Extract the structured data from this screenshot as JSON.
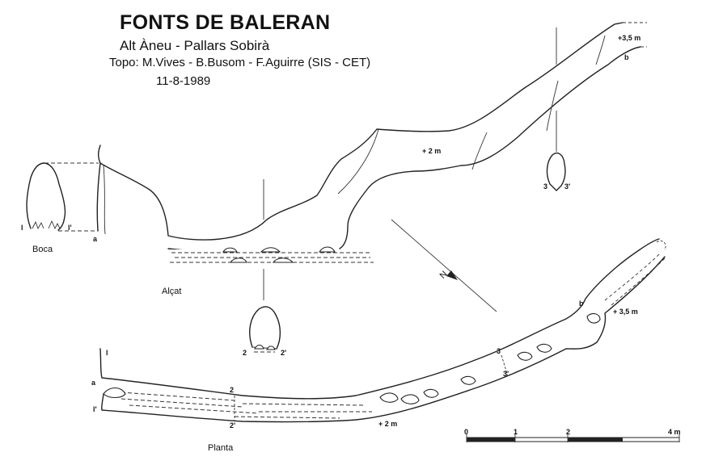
{
  "header": {
    "title": "FONTS DE BALERAN",
    "subtitle": "Alt Àneu - Pallars Sobirà",
    "credits": "Topo: M.Vives - B.Busom - F.Aguirre (SIS - CET)",
    "date": "11-8-1989"
  },
  "labels": {
    "boca": "Boca",
    "alcat": "Alçat",
    "planta": "Planta",
    "north": "N",
    "a_upper": "a",
    "a_lower": "a",
    "b_upper": "b",
    "b_lower": "b",
    "l_boca": "l",
    "l_boca_prime": "l'",
    "l_plan": "l",
    "l_plan_prime": "l'",
    "s2": "2",
    "s2p": "2'",
    "s2_plan": "2",
    "s2p_plan": "2'",
    "s3": "3",
    "s3p": "3'",
    "s3_plan": "3",
    "s3p_plan": "3'",
    "h35_upper": "+3,5 m",
    "h35_lower": "+ 3,5 m",
    "h2_upper": "+ 2 m",
    "h2_lower": "+ 2 m"
  },
  "scale": {
    "ticks": [
      "0",
      "1",
      "2",
      "4 m"
    ]
  }
}
